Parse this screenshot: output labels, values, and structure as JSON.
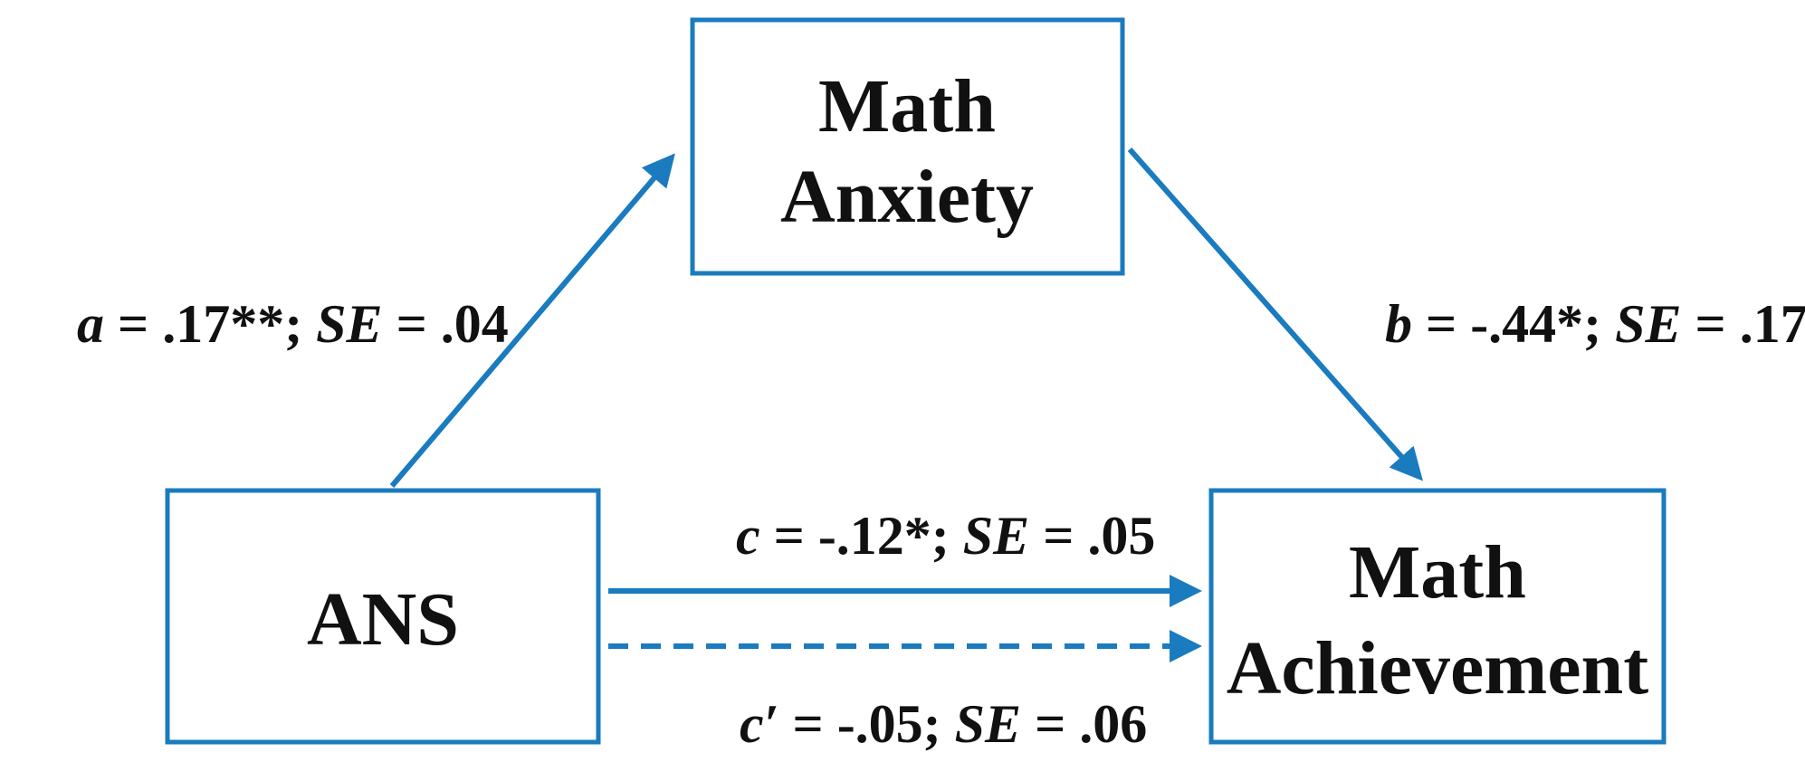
{
  "colors": {
    "accent": "#1a7bbf",
    "text": "#111111",
    "background": "#ffffff"
  },
  "nodes": {
    "mediator": {
      "line1": "Math",
      "line2": "Anxiety"
    },
    "predictor": {
      "label": "ANS"
    },
    "outcome": {
      "line1": "Math",
      "line2": "Achievement"
    }
  },
  "paths": {
    "a": {
      "symbol": "a",
      "value": " = .17**; ",
      "se_symbol": "SE",
      "se_value": " = .04"
    },
    "b": {
      "symbol": "b",
      "value": " = -.44*; ",
      "se_symbol": "SE",
      "se_value": " = .17"
    },
    "c": {
      "symbol": "c",
      "value": " = -.12*; ",
      "se_symbol": "SE",
      "se_value": " = .05"
    },
    "c_prime": {
      "symbol": "c′",
      "value": " = -.05; ",
      "se_symbol": "SE",
      "se_value": " = .06"
    }
  }
}
